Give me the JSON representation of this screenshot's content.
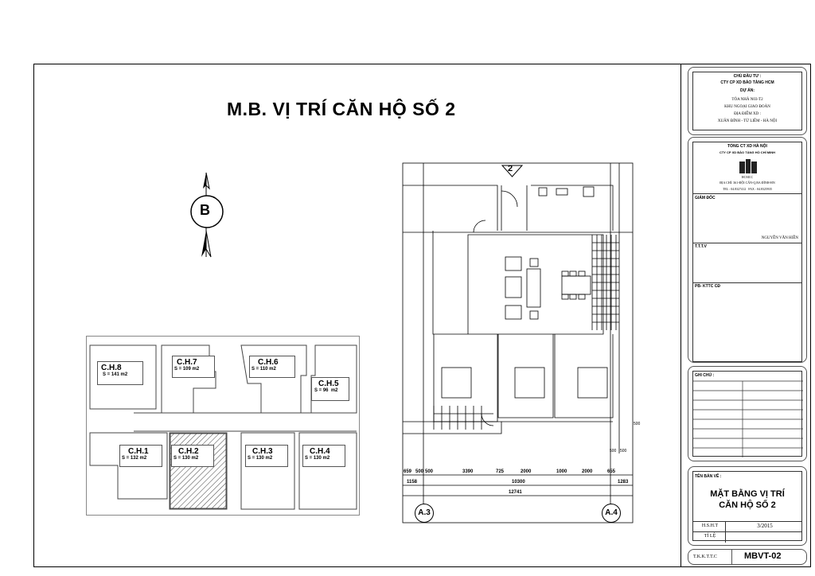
{
  "drawing_title": "M.B. VỊ TRÍ CĂN HỘ SỐ 2",
  "north_arrow": {
    "label": "B"
  },
  "key_plan": {
    "units": [
      {
        "name": "C.H.8",
        "area": "S = 141 m2"
      },
      {
        "name": "C.H.7",
        "area": "S = 109 m2"
      },
      {
        "name": "C.H.6",
        "area": "S = 110 m2"
      },
      {
        "name": "C.H.5",
        "area": "S = 96  m2"
      },
      {
        "name": "C.H.1",
        "area": "S = 132 m2"
      },
      {
        "name": "C.H.2",
        "area": "S = 130 m2"
      },
      {
        "name": "C.H.3",
        "area": "S = 130 m2"
      },
      {
        "name": "C.H.4",
        "area": "S = 130 m2"
      }
    ],
    "highlighted_unit": "C.H.2"
  },
  "floor_plan": {
    "unit_marker": "2",
    "side_dim": "500",
    "top_dims": [
      "500",
      "500"
    ],
    "dim_row1": [
      "659",
      "500",
      "500",
      "3390",
      "725",
      "2000",
      "1000",
      "2000",
      "655"
    ],
    "dim_row2": [
      "1158",
      "10300",
      "1283"
    ],
    "dim_total": "12741",
    "axes": [
      "A.3",
      "A.4"
    ]
  },
  "title_block": {
    "owner_label": "CHỦ ĐẦU TƯ :",
    "owner": "CTY CP XD BẢO TÀNG HCM",
    "project_label": "DỰ ÁN:",
    "project_line1": "TÒA NHÀ N03-T2",
    "project_line2": "KHU NGOẠI GIAO ĐOÀN",
    "location_label": "ĐỊA ĐIỂM XD :",
    "location": "XUÂN ĐỈNH - TỪ LIÊM - HÀ NỘI",
    "company_parent": "TỔNG CT XD HÀ NỘI",
    "company": "CTY CP XD BẢO TÀNG HỒ CHÍ MINH",
    "logo_text": "HCMCC",
    "address": "ĐỊA CHỈ: 361-ĐỘI CẤN-Q.BA ĐÌNH-HN",
    "contact": "TEL : 04.8327412   FAX : 04.8325935",
    "director_label": "GIÁM ĐỐC",
    "director_name": "NGUYỄN VĂN HIỀN",
    "ttv_label": "T.T.T.V",
    "dept_label": "PB- KTTC CĐ",
    "notes_label": "GHI CHÚ :",
    "drawing_name_label": "TÊN BẢN VẼ :",
    "drawing_name_line1": "MẶT BẰNG VỊ TRÍ",
    "drawing_name_line2": "CĂN HỘ SỐ 2",
    "hsht_label": "H.S.H.T",
    "date": "3/2015",
    "scale_label": "TỈ LỆ",
    "design_label": "T.K.K.T.T.C",
    "sheet_code": "MBVT-02"
  }
}
